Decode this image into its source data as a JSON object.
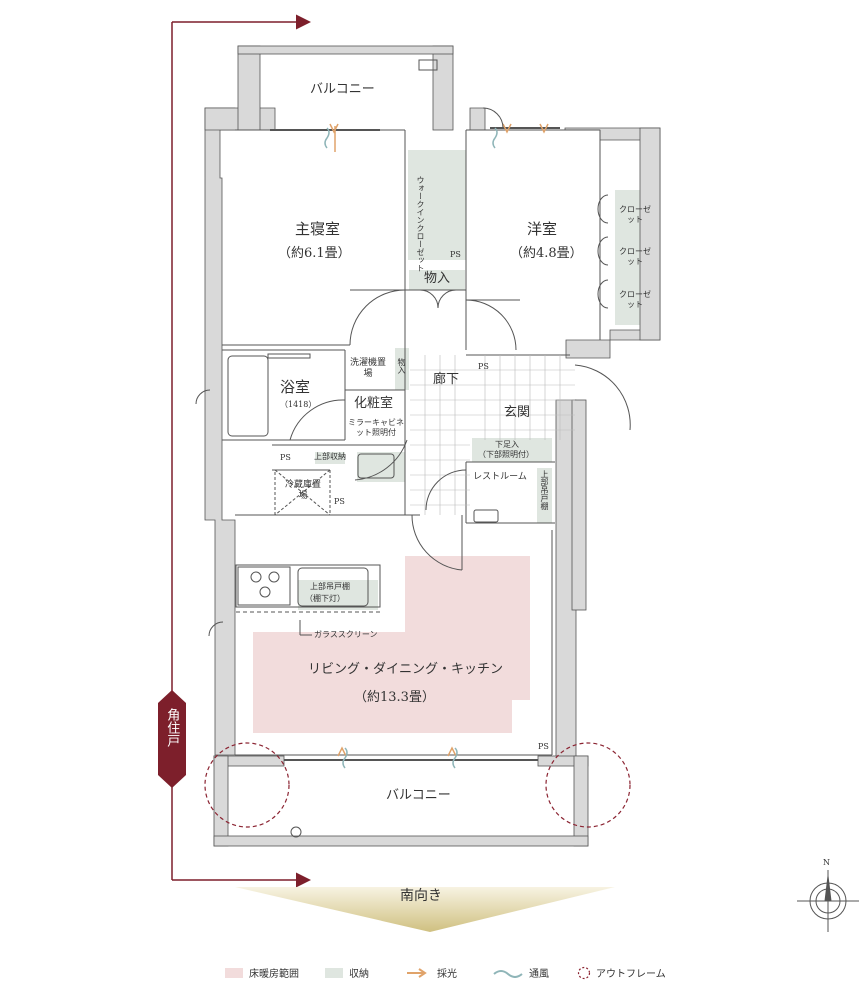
{
  "rooms": {
    "balcony_top": "バルコニー",
    "balcony_bottom": "バルコニー",
    "master": "主寝室",
    "master_size": "（約6.1畳）",
    "western": "洋室",
    "western_size": "（約4.8畳）",
    "walkin": "ウォークインクローゼット",
    "closet_1": "クローゼット",
    "closet_2": "クローゼット",
    "closet_3": "クローゼット",
    "storage": "物入",
    "storage_small": "物入",
    "ps_1": "PS",
    "ps_2": "PS",
    "ps_3": "PS",
    "ps_4": "PS",
    "ps_5": "PS",
    "bath": "浴室",
    "bath_size": "（1418）",
    "washer": "洗濯機置場",
    "vanity": "化粧室",
    "mirror": "ミラーキャビネット照明付",
    "upper_cabinet": "上部収納",
    "corridor": "廊下",
    "entrance": "玄関",
    "shoe": "下足入",
    "shoe_note": "（下部照明付）",
    "toilet": "レストルーム",
    "toilet_cabinet": "上部吊戸棚",
    "fridge": "冷蔵庫置場",
    "kitchen_cabinet": "上部吊戸棚",
    "kitchen_cabinet_note": "（棚下灯）",
    "glass_screen": "ガラススクリーン",
    "ldk": "リビング・ダイニング・キッチン",
    "ldk_size": "（約13.3畳）"
  },
  "badge": "角住戸",
  "direction": "南向き",
  "compass": "N",
  "legend": [
    {
      "label": "床暖房範囲",
      "color": "#f2dcdc",
      "kind": "box"
    },
    {
      "label": "収納",
      "color": "#dfe6e0",
      "kind": "box"
    },
    {
      "label": "採光",
      "color": "#e0a36a",
      "kind": "arrow"
    },
    {
      "label": "通風",
      "color": "#8fb5b8",
      "kind": "wave"
    },
    {
      "label": "アウトフレーム",
      "color": "#8b2432",
      "kind": "circle"
    }
  ],
  "colors": {
    "floor_heat": "#f2dcdc",
    "storage": "#dfe6e0",
    "wall": "#d9d9d9",
    "accent": "#7d1f2b",
    "gold": "#c9b874"
  }
}
